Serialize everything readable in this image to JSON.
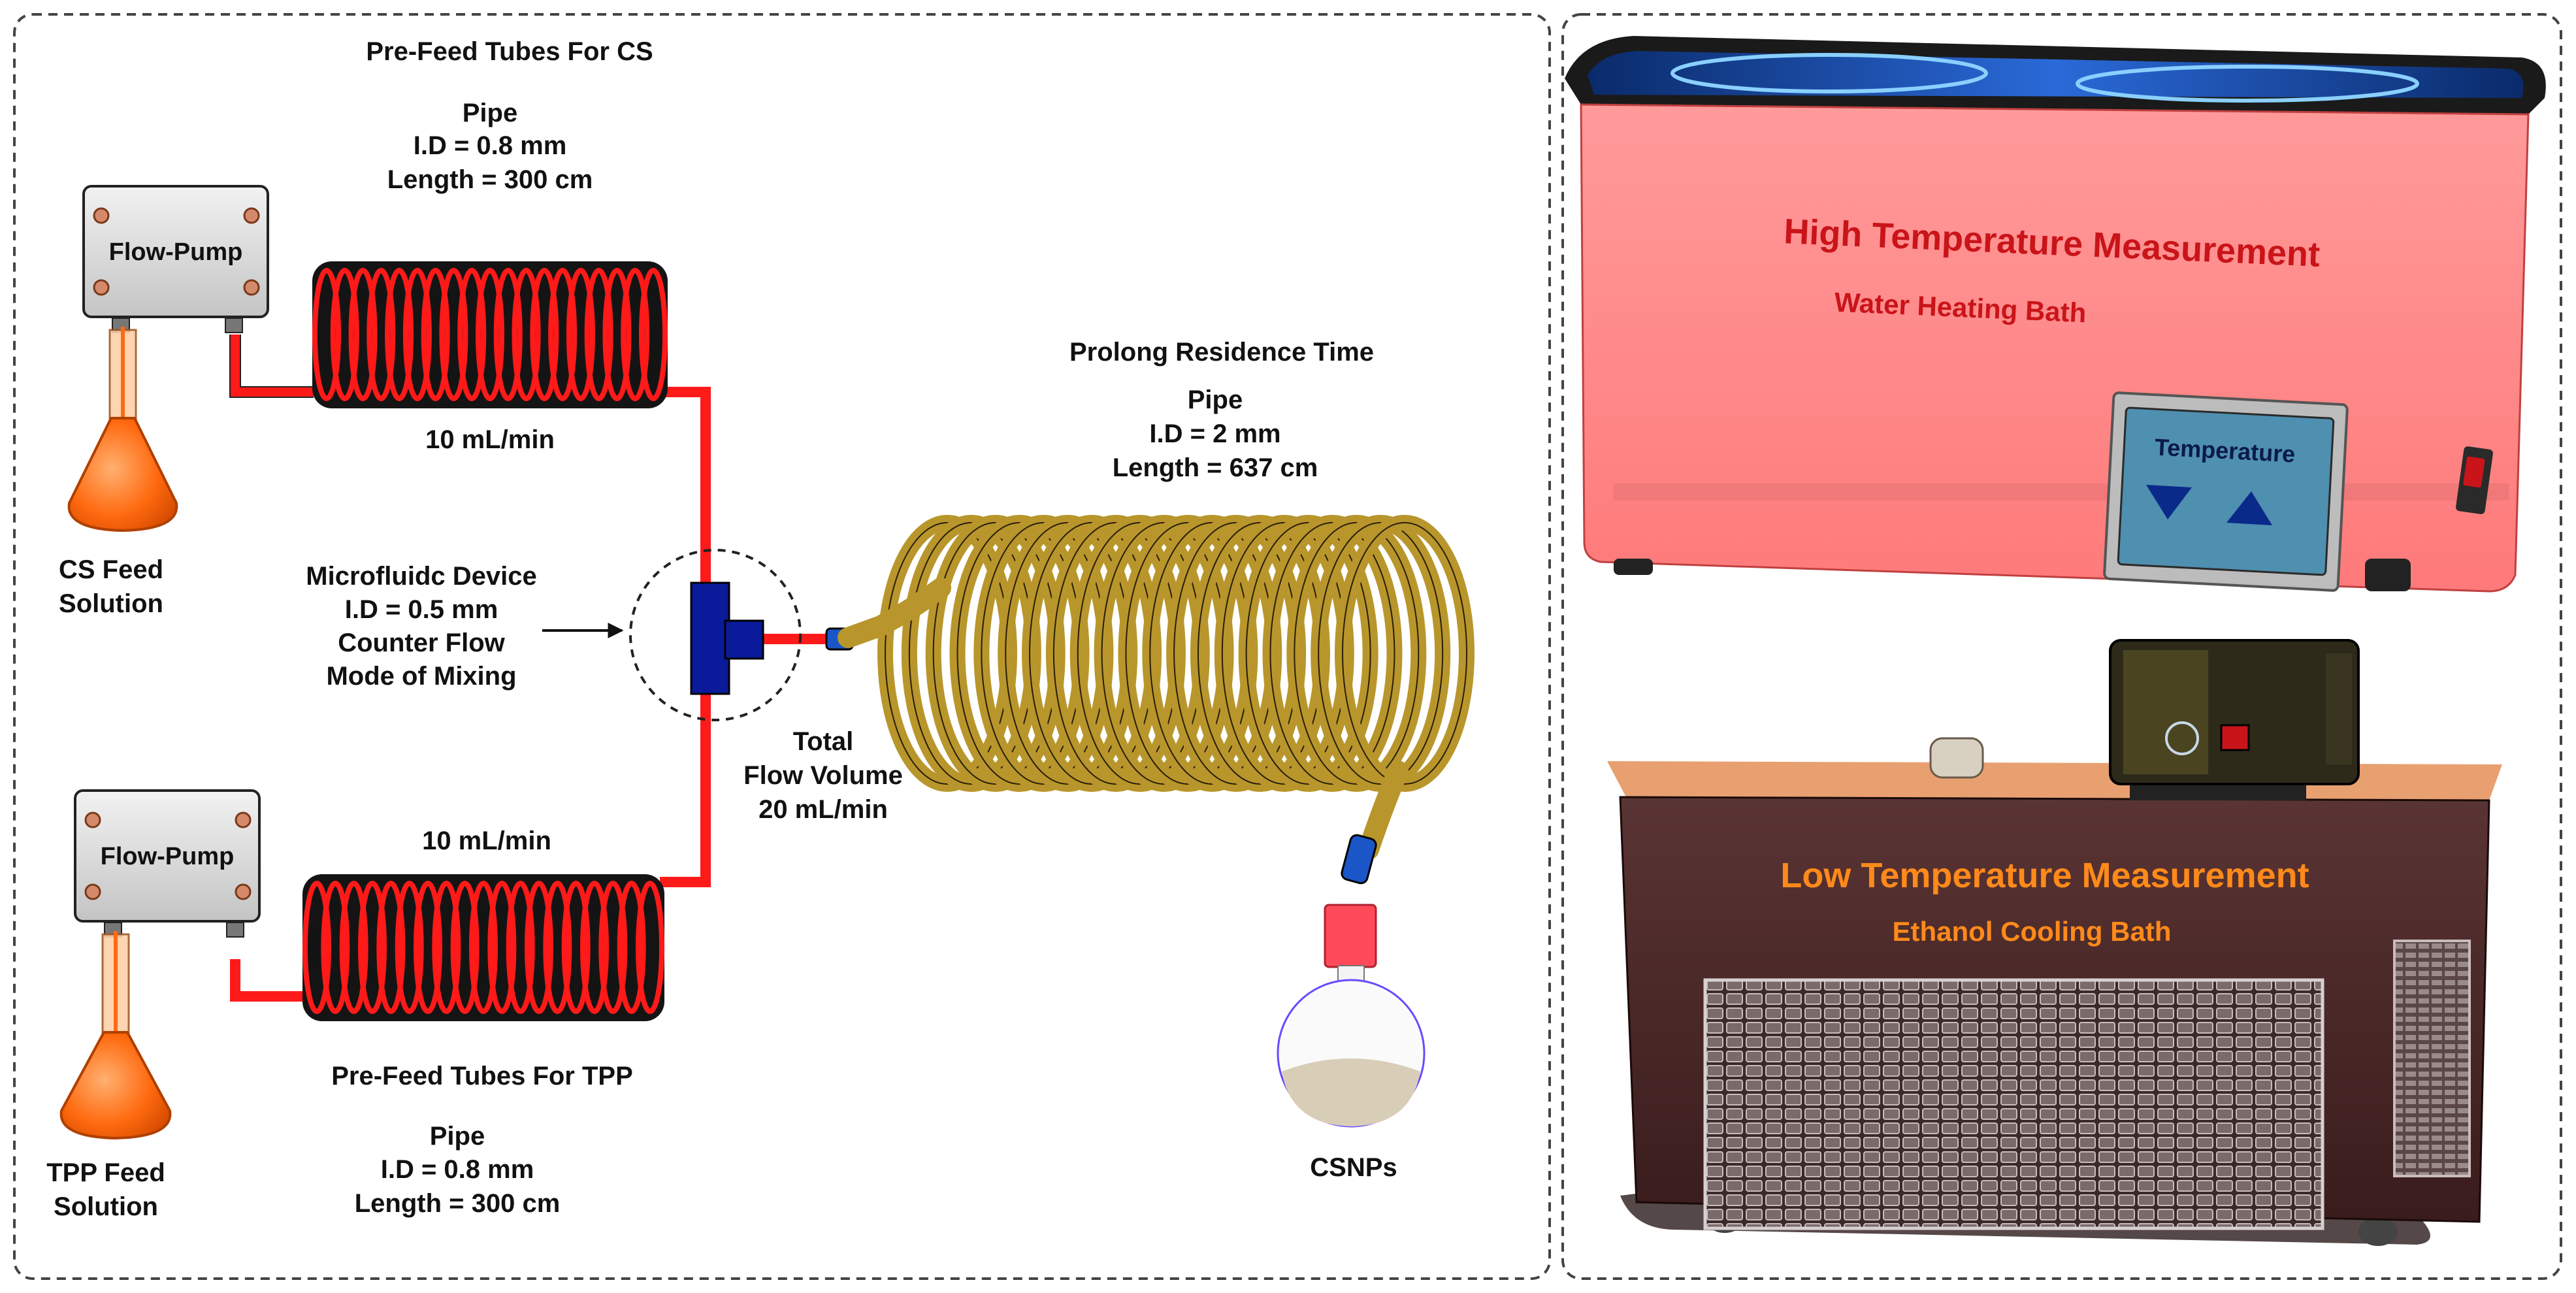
{
  "left_panel": {
    "top_group": {
      "title": "Pre-Feed Tubes For CS",
      "pipe_label": "Pipe",
      "id": "I.D = 0.8 mm",
      "length": "Length = 300 cm",
      "flow_rate": "10 mL/min",
      "pump_label": "Flow-Pump",
      "feed_line1": "CS Feed",
      "feed_line2": "Solution"
    },
    "bottom_group": {
      "title": "Pre-Feed Tubes For TPP",
      "pipe_label": "Pipe",
      "id": "I.D = 0.8 mm",
      "length": "Length = 300 cm",
      "flow_rate": "10 mL/min",
      "pump_label": "Flow-Pump",
      "feed_line1": "TPP Feed",
      "feed_line2": "Solution"
    },
    "device": {
      "line1": "Microfluidc Device",
      "line2": "I.D = 0.5 mm",
      "line3": "Counter Flow",
      "line4": "Mode of Mixing"
    },
    "total_flow": {
      "line1": "Total",
      "line2": "Flow Volume",
      "line3": "20 mL/min"
    },
    "residence": {
      "title": "Prolong Residence Time",
      "pipe_label": "Pipe",
      "id": "I.D = 2 mm",
      "length": "Length = 637 cm"
    },
    "product_label": "CSNPs"
  },
  "right_panel": {
    "hot_bath": {
      "title": "High Temperature Measurement",
      "subtitle": "Water Heating Bath",
      "panel_label": "Temperature"
    },
    "cold_bath": {
      "title": "Low Temperature Measurement",
      "subtitle": "Ethanol Cooling Bath"
    }
  },
  "colors": {
    "tube_red": "#ff1a1a",
    "coil_black": "#141414",
    "residence_coil": "#b8962c",
    "connector_blue": "#0a1a9a",
    "flask_orange": "#ff6a10",
    "hot_bath_body": "#ff8585",
    "cold_bath_body": "#4a2a2a"
  }
}
